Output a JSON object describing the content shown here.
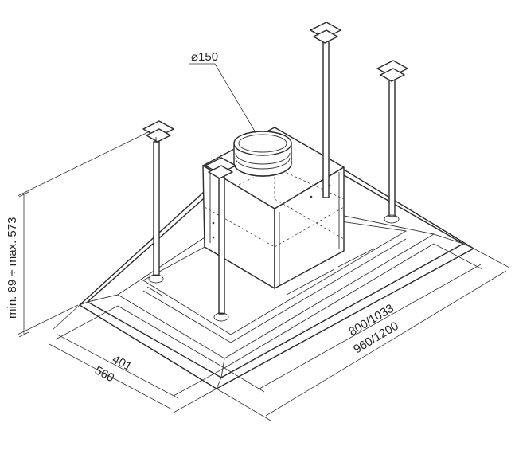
{
  "dimensions": {
    "duct_diameter": "⌀150",
    "height_range": "min. 89 ÷ max. 573",
    "inner_length": "800/1033",
    "outer_length": "960/1200",
    "inner_depth": "401",
    "outer_depth": "560"
  }
}
